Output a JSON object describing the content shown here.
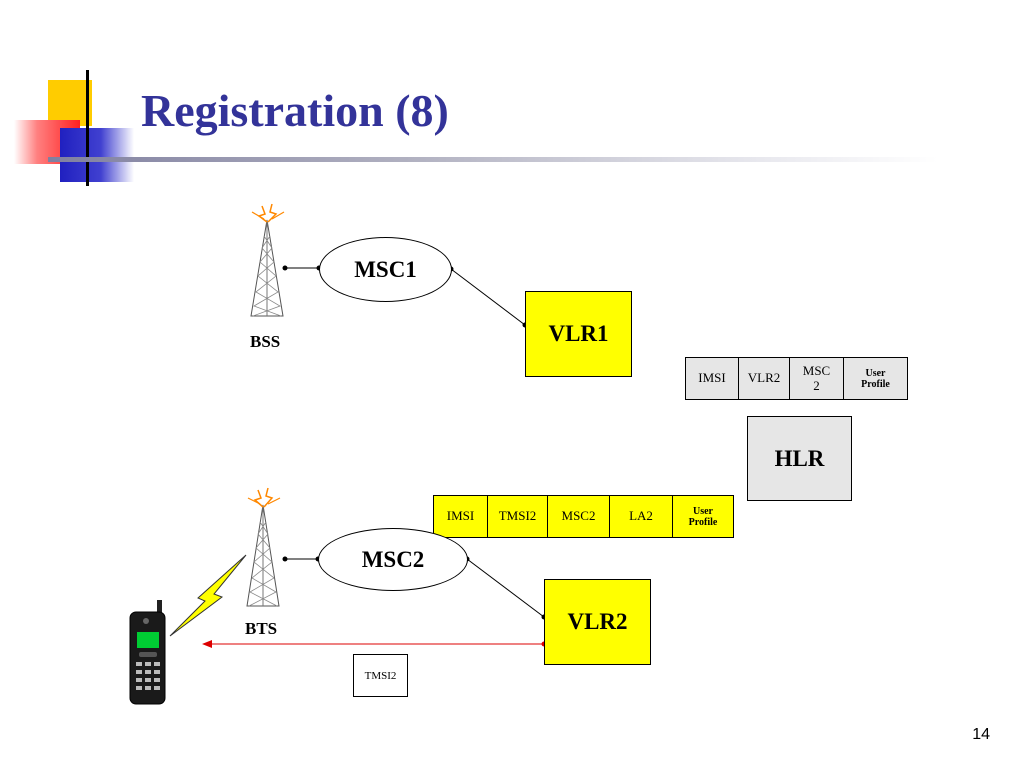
{
  "slide": {
    "title": "Registration (8)",
    "page_number": "14"
  },
  "diagram": {
    "msc1": "MSC1",
    "msc2": "MSC2",
    "vlr1": "VLR1",
    "vlr2": "VLR2",
    "hlr": "HLR",
    "bss_label": "BSS",
    "bts_label": "BTS",
    "hlr_table": [
      {
        "text": "IMSI",
        "small": false
      },
      {
        "text": "VLR2",
        "small": false
      },
      {
        "text": "MSC 2",
        "small": false
      },
      {
        "text": "User Profile",
        "small": true
      }
    ],
    "vlr2_table": [
      {
        "text": "IMSI",
        "small": false
      },
      {
        "text": "TMSI2",
        "small": false
      },
      {
        "text": "MSC2",
        "small": false
      },
      {
        "text": "LA2",
        "small": false
      },
      {
        "text": "User Profile",
        "small": true
      }
    ],
    "message": "TMSI2"
  },
  "colors": {
    "title": "#333399",
    "vlr_fill": "#ffff00",
    "hlr_fill": "#e6e6e6",
    "message_arrow": "#dd0000"
  }
}
